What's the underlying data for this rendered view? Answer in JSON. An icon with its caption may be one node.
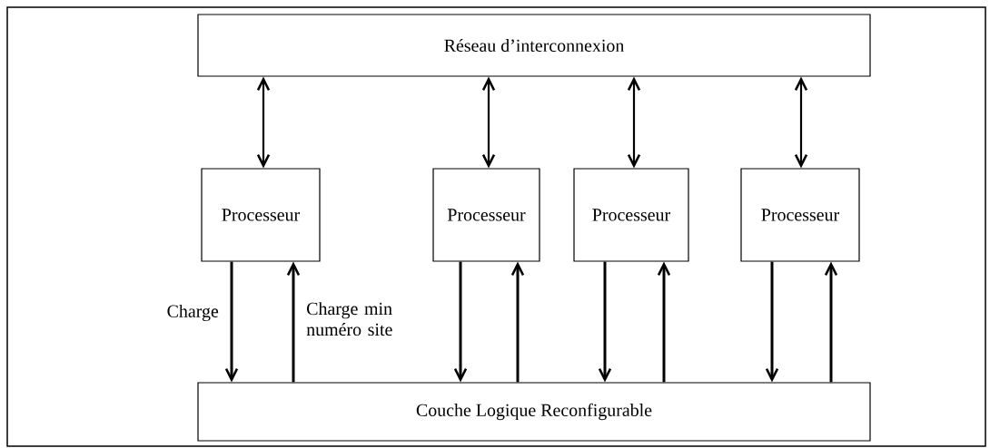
{
  "diagram": {
    "nodes": [
      {
        "text": [
          "Réseau d’interconnexion"
        ]
      },
      {
        "text": [
          "Processeur"
        ]
      },
      {
        "text": [
          "Processeur"
        ]
      },
      {
        "text": [
          "Processeur"
        ]
      },
      {
        "text": [
          "Processeur"
        ]
      },
      {
        "text": [
          "Couche Logique Reconfigurable"
        ]
      }
    ],
    "edges": [
      {
        "from": 0,
        "to": 1,
        "arrow": "both"
      },
      {
        "from": 0,
        "to": 2,
        "arrow": "both"
      },
      {
        "from": 0,
        "to": 3,
        "arrow": "both"
      },
      {
        "from": 0,
        "to": 4,
        "arrow": "both"
      },
      {
        "from": 1,
        "to": 5,
        "arrow": "to",
        "label": "Charge"
      },
      {
        "from": 5,
        "to": 1,
        "arrow": "to",
        "label": "Charge min numéro site"
      },
      {
        "from": 2,
        "to": 5,
        "arrow": "to"
      },
      {
        "from": 5,
        "to": 2,
        "arrow": "to"
      },
      {
        "from": 3,
        "to": 5,
        "arrow": "to"
      },
      {
        "from": 5,
        "to": 3,
        "arrow": "to"
      },
      {
        "from": 4,
        "to": 5,
        "arrow": "to"
      },
      {
        "from": 5,
        "to": 4,
        "arrow": "to"
      }
    ]
  }
}
